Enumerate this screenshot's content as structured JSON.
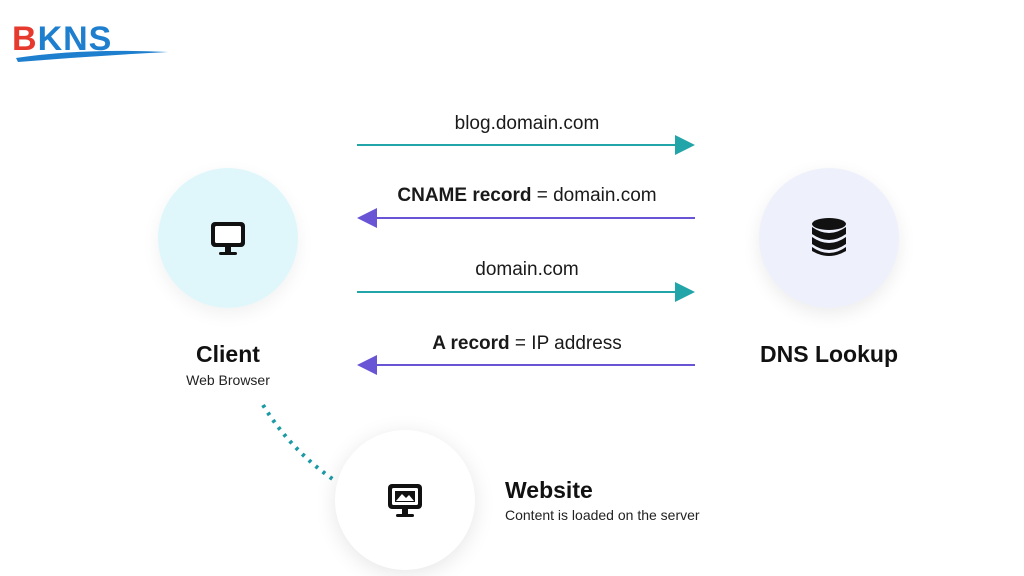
{
  "logo": {
    "text": "BKNS"
  },
  "messages": [
    {
      "plain": "blog.domain.com",
      "direction": "client-to-dns"
    },
    {
      "bold": "CNAME record",
      "rest": " = domain.com",
      "direction": "dns-to-client"
    },
    {
      "plain": "domain.com",
      "direction": "client-to-dns"
    },
    {
      "bold": "A record",
      "rest": " = IP address",
      "direction": "dns-to-client"
    }
  ],
  "nodes": {
    "client": {
      "title": "Client",
      "subtitle": "Web Browser",
      "icon": "monitor-icon"
    },
    "dns": {
      "title": "DNS Lookup",
      "icon": "database-icon"
    },
    "website": {
      "title": "Website",
      "subtitle": "Content is loaded on the server",
      "icon": "monitor-image-icon"
    }
  },
  "colors": {
    "request_arrow": "#22a5a8",
    "response_arrow": "#6a54d6",
    "logo_red": "#e63a2e",
    "logo_blue": "#1f7fcf",
    "dotted_link": "#1b9aa5"
  }
}
